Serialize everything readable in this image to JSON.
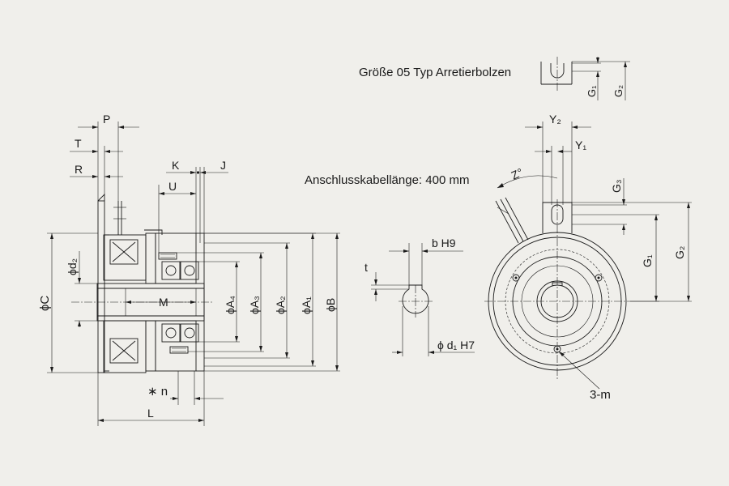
{
  "colors": {
    "background": "#f0efeb",
    "ink": "#1a1a1a"
  },
  "labels": {
    "P": "P",
    "T": "T",
    "R": "R",
    "K": "K",
    "J": "J",
    "U": "U",
    "phi_d2": "ϕd₂",
    "phi_C": "ϕC",
    "M": "M",
    "phi_A4": "ϕA₄",
    "phi_A3": "ϕA₃",
    "phi_A2": "ϕA₂",
    "phi_A1": "ϕA₁",
    "phi_B": "ϕB",
    "star_n": "∗ n",
    "L": "L",
    "b_H9": "b H9",
    "t": "t",
    "phi_d1_H7": "ϕ d₁ H7",
    "Y2": "Y₂",
    "Y1": "Y₁",
    "Z_deg": "Z°",
    "cable_length": "Anschlusskabellänge: 400 mm",
    "G3": "G₃",
    "G1": "G₁",
    "G2": "G₂",
    "holes_3m": "3-m",
    "size_note": "Größe 05 Typ Arretierbolzen",
    "detail_G1": "G₁",
    "detail_G2": "G₂"
  }
}
